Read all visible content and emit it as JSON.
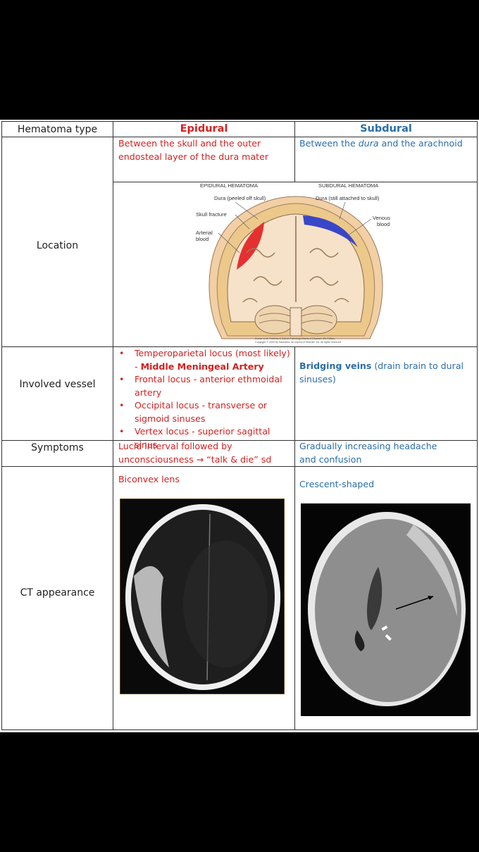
{
  "table": {
    "header": {
      "label": "Hematoma type",
      "epidural": "Epidural",
      "subdural": "Subdural"
    },
    "rows": {
      "location": {
        "label": "Location",
        "epidural": "Between the skull and the outer endosteal layer of the dura mater",
        "subdural_before": "Between the ",
        "subdural_italic": "dura",
        "subdural_after": " and the arachnoid"
      },
      "vessel": {
        "label": "Involved vessel",
        "bullet": "•",
        "epidural_items": [
          {
            "text": "Temperoparietal locus (most likely)",
            "sub_prefix": "- ",
            "sub_bold": "Middle Meningeal Artery"
          },
          {
            "text": "Frontal locus - anterior ethmoidal artery"
          },
          {
            "text": "Occipital locus - transverse or sigmoid sinuses"
          },
          {
            "text": "Vertex locus - superior sagittal sinus"
          }
        ],
        "subdural_bold": "Bridging veins",
        "subdural_rest": " (drain brain to dural sinuses)"
      },
      "symptoms": {
        "label": "Symptoms",
        "epidural_line1": "Lucid interval followed by",
        "epidural_line2_prefix": "unconsciousness ",
        "arrow": "→",
        "epidural_line2_suffix": " “talk & die” sd",
        "subdural_line1": "Gradually increasing headache",
        "subdural_line2": "and confusion"
      },
      "ct": {
        "label": "CT appearance",
        "epidural": "Biconvex lens",
        "subdural": "Crescent-shaped"
      }
    }
  },
  "diagram": {
    "epidural_title": "EPIDURAL HEMATOMA",
    "subdural_title": "SUBDURAL HEMATOMA",
    "dura_peeled": "Dura (peeled off skull)",
    "dura_attached": "Dura (still attached to skull)",
    "skull_fracture": "Skull fracture",
    "arterial_blood_1": "Arterial",
    "arterial_blood_2": "blood",
    "venous_blood_1": "Venous",
    "venous_blood_2": "blood",
    "credit_1": "Kumar et al: Robbins & Cotran Pathologic Basis of Disease, 8th Edition.",
    "credit_2": "Copyright © 2009 by Saunders, an imprint of Elsevier, Inc. All rights reserved."
  },
  "colors": {
    "epidural_red": "#d42121",
    "subdural_blue": "#2a6ea8",
    "arterial_blood": "#e53030",
    "venous_blood": "#3a46c8"
  }
}
